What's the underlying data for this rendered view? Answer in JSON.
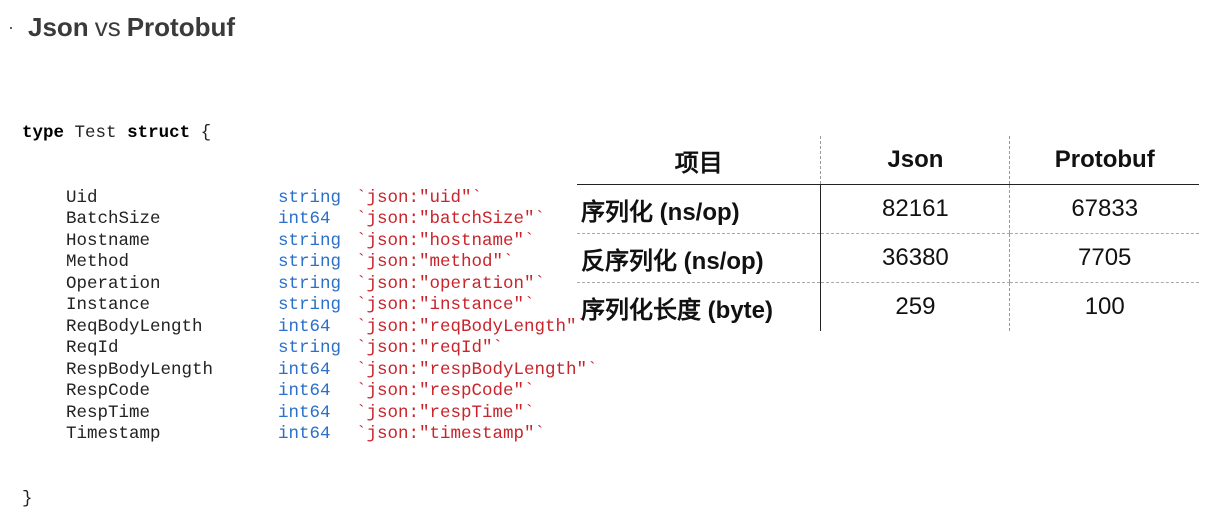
{
  "heading": {
    "bullet": "·",
    "left": "Json",
    "vs": "vs",
    "right": "Protobuf"
  },
  "code": {
    "open_kw_type": "type",
    "struct_name": "Test",
    "open_kw_struct": "struct",
    "open_brace": "{",
    "close_brace": "}",
    "fields": [
      {
        "name": "Uid",
        "type": "string",
        "tag": "`json:\"uid\"`"
      },
      {
        "name": "BatchSize",
        "type": "int64",
        "tag": "`json:\"batchSize\"`"
      },
      {
        "name": "Hostname",
        "type": "string",
        "tag": "`json:\"hostname\"`"
      },
      {
        "name": "Method",
        "type": "string",
        "tag": "`json:\"method\"`"
      },
      {
        "name": "Operation",
        "type": "string",
        "tag": "`json:\"operation\"`"
      },
      {
        "name": "Instance",
        "type": "string",
        "tag": "`json:\"instance\"`"
      },
      {
        "name": "ReqBodyLength",
        "type": "int64",
        "tag": "`json:\"reqBodyLength\"`"
      },
      {
        "name": "ReqId",
        "type": "string",
        "tag": "`json:\"reqId\"`"
      },
      {
        "name": "RespBodyLength",
        "type": "int64",
        "tag": "`json:\"respBodyLength\"`"
      },
      {
        "name": "RespCode",
        "type": "int64",
        "tag": "`json:\"respCode\"`"
      },
      {
        "name": "RespTime",
        "type": "int64",
        "tag": "`json:\"respTime\"`"
      },
      {
        "name": "Timestamp",
        "type": "int64",
        "tag": "`json:\"timestamp\"`"
      }
    ],
    "colors": {
      "type": "#2a6fc9",
      "tag": "#c8242b"
    }
  },
  "table": {
    "headers": [
      "项目",
      "Json",
      "Protobuf"
    ],
    "rows": [
      [
        "序列化 (ns/op)",
        "82161",
        "67833"
      ],
      [
        "反序列化 (ns/op)",
        "36380",
        "7705"
      ],
      [
        "序列化长度 (byte)",
        "259",
        "100"
      ]
    ]
  }
}
